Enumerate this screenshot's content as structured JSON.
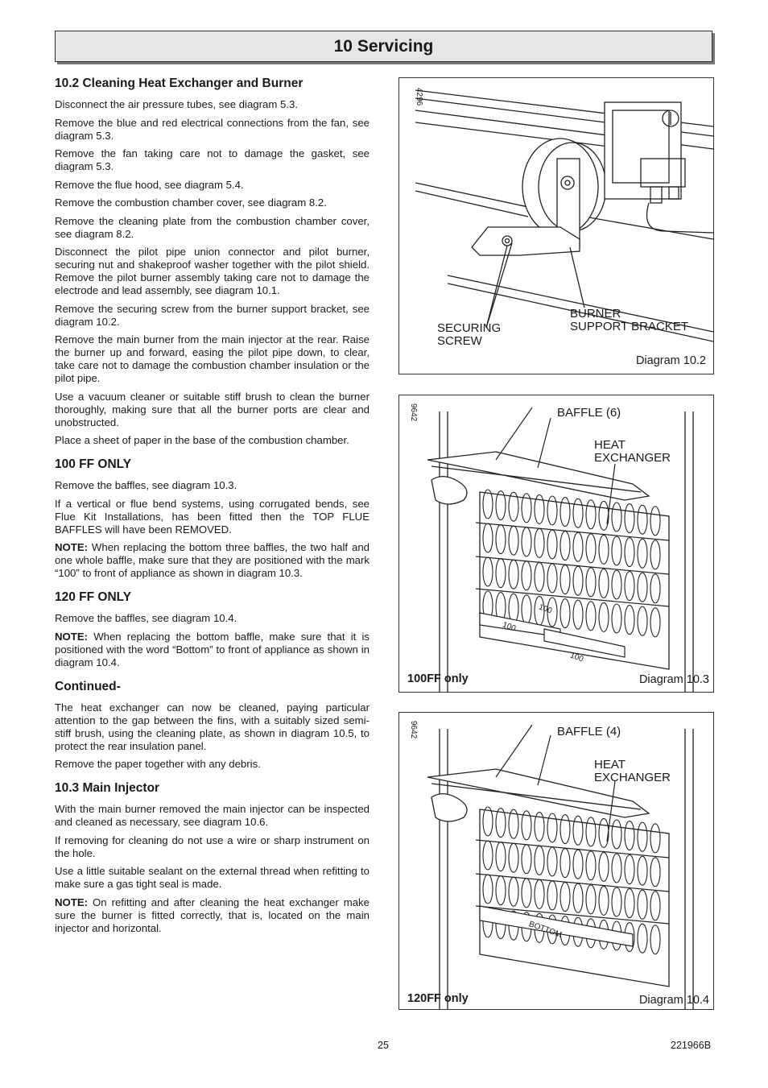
{
  "header": {
    "title": "10 Servicing"
  },
  "section_1": {
    "heading": "10.2 Cleaning Heat Exchanger and Burner",
    "paragraphs": [
      "Disconnect the air pressure tubes, see diagram 5.3.",
      "Remove the blue and red electrical connections from the fan, see diagram 5.3.",
      "Remove the fan taking care not to damage the gasket, see diagram 5.3.",
      "Remove the flue hood, see diagram 5.4.",
      "Remove the combustion chamber cover, see diagram 8.2.",
      "Remove the cleaning plate from the combustion chamber cover, see diagram 8.2.",
      "Disconnect the pilot pipe union connector and pilot burner, securing nut and shakeproof washer together with the pilot shield.  Remove the pilot burner assembly taking care not to damage the electrode and lead assembly, see diagram 10.1.",
      "Remove the securing screw from the burner support bracket, see diagram 10.2.",
      "Remove the main burner from the main injector at the rear. Raise the burner up and forward, easing the pilot pipe down, to clear, take care not to damage the combustion chamber insulation or the pilot pipe.",
      "Use a vacuum cleaner or suitable stiff brush to clean the burner thoroughly, making sure that all the burner ports are clear and unobstructed.",
      "Place a sheet of paper in the base of the combustion chamber."
    ]
  },
  "section_100ff": {
    "heading": "100 FF ONLY",
    "p1": "Remove the baffles, see diagram 10.3.",
    "p2": "If a vertical or flue bend systems, using corrugated bends, see Flue Kit Installations, has been fitted then the TOP FLUE BAFFLES will have been REMOVED.",
    "note_label": "NOTE:",
    "note_text": " When replacing the bottom three baffles, the two half and one whole baffle, make sure that they are positioned with the mark “100” to front of appliance as shown in diagram 10.3."
  },
  "section_120ff": {
    "heading": "120 FF ONLY",
    "p1": "Remove the baffles, see diagram 10.4.",
    "note_label": "NOTE:",
    "note_text": " When replacing the bottom baffle, make sure that it is positioned with the word “Bottom” to front of appliance as shown in diagram 10.4."
  },
  "section_continued": {
    "heading": "Continued-",
    "p1": "The heat exchanger can now be cleaned, paying particular attention to the gap between the fins, with a suitably sized semi-stiff brush, using the cleaning plate, as shown in diagram 10.5, to protect the rear insulation panel.",
    "p2": "Remove the paper together with any debris."
  },
  "section_injector": {
    "heading": "10.3 Main Injector",
    "p1": "With the main burner removed the main injector can be inspected and cleaned as necessary, see diagram 10.6.",
    "p2": "If removing for cleaning do not use a wire or sharp instrument on the hole.",
    "p3": "Use a little suitable sealant on the external thread when refitting to make sure a gas tight seal is made.",
    "note_label": "NOTE:",
    "note_text": " On refitting and after cleaning the heat exchanger make sure the burner is fitted correctly, that is, located on the main injector and horizontal."
  },
  "diagram_10_2": {
    "ref": "4296",
    "label_screw": "SECURING\nSCREW",
    "label_bracket": "BURNER\nSUPPORT BRACKET",
    "caption": "Diagram 10.2"
  },
  "diagram_10_3": {
    "ref": "9642",
    "label_baffle": "BAFFLE (6)",
    "label_hx": "HEAT\nEXCHANGER",
    "baffle_mark": "100",
    "model": "100FF only",
    "caption": "Diagram 10.3"
  },
  "diagram_10_4": {
    "ref": "9642",
    "label_baffle": "BAFFLE (4)",
    "label_hx": "HEAT\nEXCHANGER",
    "baffle_mark": "BOTTOM",
    "model": "120FF only",
    "caption": "Diagram 10.4"
  },
  "footer": {
    "page": "25",
    "doc_code": "221966B"
  }
}
